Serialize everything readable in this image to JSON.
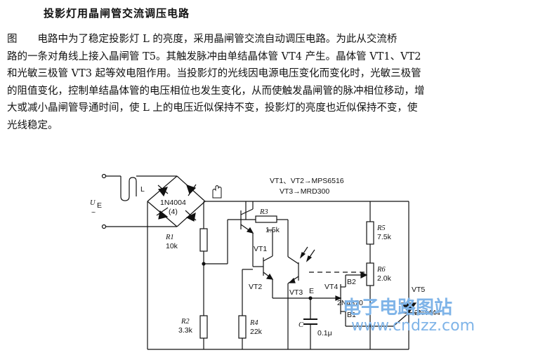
{
  "title": "投影灯用晶闸管交流调压电路",
  "paragraph_lines": [
    "图　　电路中为了稳定投影灯 L 的亮度，采用晶闸管交流自动调压电路。为此从交流桥",
    "路的一条对角线上接入晶闸管 T5。其触发脉冲由单结晶体管 VT4 产生。晶体管 VT1、VT2",
    "和光敏三极管 VT3 起等效电阻作用。当投影灯的光线因电源电压变化而变化时，光敏三极管",
    "的阻值变化，控制单结晶体管的电压相位也发生变化，从而使触发晶闸管的脉冲相位移动，增",
    "大或减小晶闸管导通时间，使 L 上的电压近似保持不变，投影灯的亮度也近似保持不变，使",
    "光线稳定。"
  ],
  "circuit": {
    "supply_label": "U",
    "supply_sub": "E",
    "supply_tilde": "~",
    "lamp_label": "L",
    "bridge_label": "1N4004",
    "bridge_count": "(4)",
    "transistor_note_1": "VT1、VT2→MPS6516",
    "transistor_note_2": "VT3→MRD300",
    "r1_label": "R1",
    "r1_value": "10k",
    "r2_label": "R2",
    "r2_value": "3.3k",
    "r3_label": "R3",
    "r3_value": "1.5k",
    "r4_label": "R4",
    "r4_value": "22k",
    "r5_label": "R5",
    "r5_value": "7.5k",
    "r6_label": "R6",
    "r6_value": "2.0k",
    "vt1_label": "VT1",
    "vt2_label": "VT2",
    "vt3_label": "VT3",
    "e_label": "E",
    "vt4_label": "VT4",
    "vt4_part": "2N4870",
    "b1_label": "B1",
    "b2_label": "B2",
    "c_label": "C",
    "c_value": "0.1μ",
    "vt5_label": "VT5",
    "vt5_part": "2N4444"
  },
  "watermark": {
    "line1": "电子电路图站",
    "line2": "www.cndzz.com"
  }
}
